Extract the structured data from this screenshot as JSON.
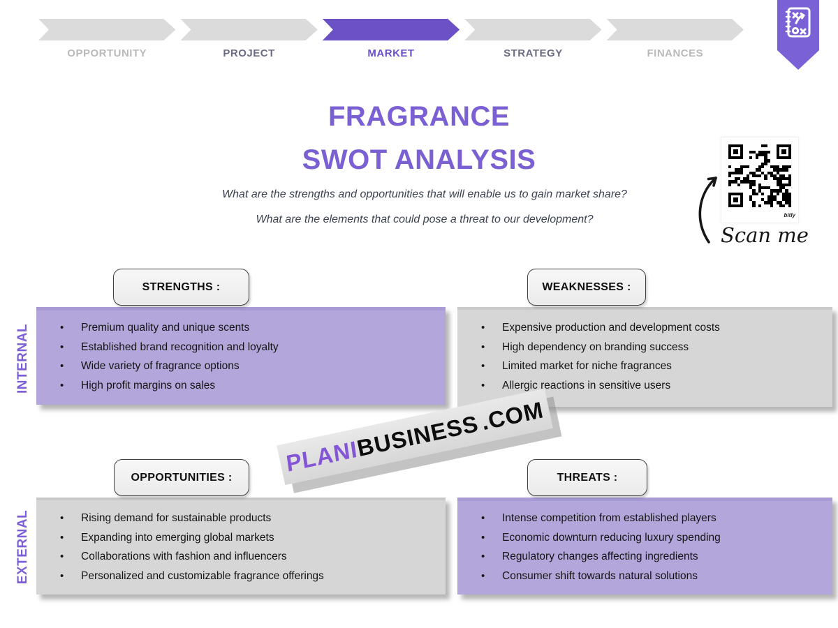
{
  "header": {
    "steps": [
      {
        "label": "OPPORTUNITY",
        "state": "inactive"
      },
      {
        "label": "PROJECT",
        "state": "inactive"
      },
      {
        "label": "MARKET",
        "state": "active"
      },
      {
        "label": "STRATEGY",
        "state": "inactive"
      },
      {
        "label": "FINANCES",
        "state": "inactive"
      }
    ]
  },
  "title": {
    "line1": "FRAGRANCE",
    "line2": "SWOT ANALYSIS"
  },
  "subtitle": {
    "line1": "What are the strengths and opportunities that will enable us to gain market share?",
    "line2": "What are the elements that could pose a threat to our development?"
  },
  "qr": {
    "scan_label": "Scan me",
    "provider_label": "bitly"
  },
  "watermark": {
    "brand_purple": "PLANI",
    "brand_black": "BUSINESS",
    "tld": ".COM"
  },
  "axis": {
    "internal": "INTERNAL",
    "external": "EXTERNAL"
  },
  "swot": {
    "strengths": {
      "title": "STRENGTHS :",
      "items": [
        "Premium quality and unique scents",
        "Established brand recognition and loyalty",
        "Wide variety of fragrance options",
        "High profit margins on sales"
      ]
    },
    "weaknesses": {
      "title": "WEAKNESSES :",
      "items": [
        "Expensive production and development costs",
        "High dependency on branding success",
        "Limited market for niche fragrances",
        "Allergic reactions in sensitive users"
      ]
    },
    "opportunities": {
      "title": "OPPORTUNITIES :",
      "items": [
        "Rising demand for sustainable products",
        "Expanding into emerging global markets",
        "Collaborations with fashion and influencers",
        "Personalized and customizable fragrance offerings"
      ]
    },
    "threats": {
      "title": "THREATS :",
      "items": [
        "Intense competition from established players",
        "Economic downturn reducing luxury spending",
        "Regulatory changes affecting ingredients",
        "Consumer shift towards natural solutions"
      ]
    }
  },
  "colors": {
    "accent_purple": "#7A60D2",
    "chevron_active": "#6C51C6",
    "chevron_gray": "#DBDBDB",
    "panel_purple": "#B3A6DB",
    "panel_gray": "#D6D6D6",
    "step_dim_text": "#B9B9B9",
    "step_mid_text": "#6A6C83"
  }
}
